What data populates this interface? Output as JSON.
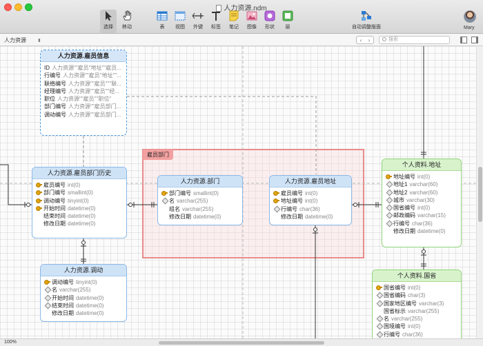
{
  "window": {
    "title": "人力资源.ndm"
  },
  "toolbar": {
    "select": "选择",
    "move": "移动",
    "table": "表",
    "view": "视图",
    "foreign_key": "外键",
    "label": "标签",
    "note": "笔记",
    "image": "图像",
    "shape": "形状",
    "layer": "层",
    "auto_layout": "自动调整版面"
  },
  "user": {
    "name": "Mary"
  },
  "subbar": {
    "schema": "人力资源",
    "search_placeholder": "搜索"
  },
  "status": {
    "zoom": "100%"
  },
  "region": {
    "label": "雇员部门"
  },
  "entities": {
    "employee_info": {
      "title": "人力资源.雇员信息",
      "fields": [
        {
          "name": "ID",
          "type": "人力资源\"\"雇员\"地址\"\"雇员..."
        },
        {
          "name": "行编号",
          "type": "人力资源\"\"雇员\"地址\"\"..."
        },
        {
          "name": "联络编号",
          "type": "人力资源\"\"雇员\"\"\"联..."
        },
        {
          "name": "经理编号",
          "type": "人力资源\"\"雇员\"\"经..."
        },
        {
          "name": "职位",
          "type": "人力资源\"\"雇员\"\"职位\""
        },
        {
          "name": "部门编号",
          "type": "人力资源\"\"雇员部门..."
        },
        {
          "name": "调动编号",
          "type": "人力资源\"\"雇员部门..."
        }
      ]
    },
    "dept_history": {
      "title": "人力资源.雇员部门历史",
      "fields": [
        {
          "name": "雇员编号",
          "type": "int(0)"
        },
        {
          "name": "部门编号",
          "type": "smallint(0)"
        },
        {
          "name": "调动编号",
          "type": "tinyint(0)"
        },
        {
          "name": "开始时间",
          "type": "datetime(0)"
        },
        {
          "name": "结束时间",
          "type": "datetime(0)"
        },
        {
          "name": "修改日期",
          "type": "datetime(0)"
        }
      ]
    },
    "department": {
      "title": "人力资源.部门",
      "fields": [
        {
          "name": "部门编号",
          "type": "smallint(0)"
        },
        {
          "name": "名",
          "type": "varchar(255)"
        },
        {
          "name": "组名",
          "type": "varchar(255)"
        },
        {
          "name": "修改日期",
          "type": "datetime(0)"
        }
      ]
    },
    "employee_address": {
      "title": "人力资源.雇员地址",
      "fields": [
        {
          "name": "雇员编号",
          "type": "int(0)"
        },
        {
          "name": "地址编号",
          "type": "int(0)"
        },
        {
          "name": "行编号",
          "type": "char(36)"
        },
        {
          "name": "修改日期",
          "type": "datetime(0)"
        }
      ]
    },
    "transfer": {
      "title": "人力资源.调动",
      "fields": [
        {
          "name": "调动编号",
          "type": "tinyint(0)"
        },
        {
          "name": "名",
          "type": "varchar(255)"
        },
        {
          "name": "开始时间",
          "type": "datetime(0)"
        },
        {
          "name": "结束时间",
          "type": "datetime(0)"
        },
        {
          "name": "修改日期",
          "type": "datetime(0)"
        }
      ]
    },
    "address": {
      "title": "个人资料.地址",
      "fields": [
        {
          "name": "地址编号",
          "type": "int(0)"
        },
        {
          "name": "地址1",
          "type": "varchar(60)"
        },
        {
          "name": "地址2",
          "type": "varchar(60)"
        },
        {
          "name": "城市",
          "type": "varchar(30)"
        },
        {
          "name": "国省编号",
          "type": "int(0)"
        },
        {
          "name": "邮政编码",
          "type": "varchar(15)"
        },
        {
          "name": "行编号",
          "type": "char(36)"
        },
        {
          "name": "修改日期",
          "type": "datetime(0)"
        }
      ]
    },
    "province": {
      "title": "个人资料.国省",
      "fields": [
        {
          "name": "国省编号",
          "type": "int(0)"
        },
        {
          "name": "国省编码",
          "type": "char(3)"
        },
        {
          "name": "国家地区编号",
          "type": "varchar(3)"
        },
        {
          "name": "国省标示",
          "type": "varchar(255)"
        },
        {
          "name": "名",
          "type": "varchar(255)"
        },
        {
          "name": "国境编号",
          "type": "int(0)"
        },
        {
          "name": "行编号",
          "type": "char(36)"
        }
      ]
    }
  }
}
